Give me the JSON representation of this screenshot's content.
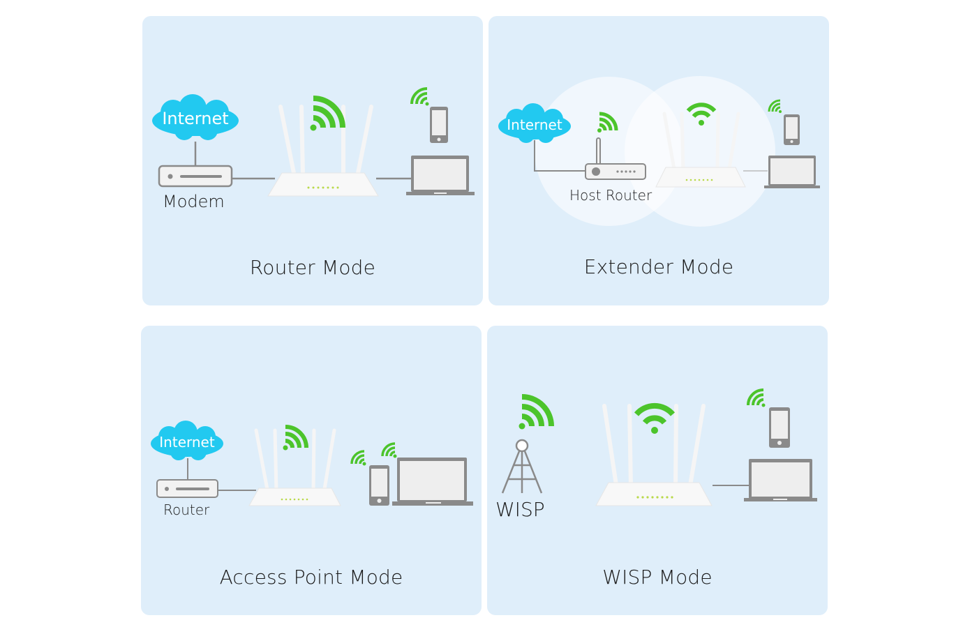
{
  "colors": {
    "panel_bg": "#dfeefa",
    "wifi_green": "#4cc42b",
    "cloud_cyan": "#22c9f0",
    "device_gray": "#8a8a8a",
    "screen_fill": "#eeeeee",
    "router_white": "#f7f7f7"
  },
  "panels": [
    {
      "title": "Router Mode",
      "cloud_label": "Internet",
      "device_label": "Modem",
      "icons": [
        "internet-cloud-icon",
        "modem-icon",
        "router-icon",
        "wifi-icon",
        "smartphone-icon",
        "laptop-icon"
      ]
    },
    {
      "title": "Extender Mode",
      "cloud_label": "Internet",
      "device_label": "Host Router",
      "icons": [
        "internet-cloud-icon",
        "host-router-icon",
        "router-icon",
        "wifi-icon",
        "smartphone-icon",
        "laptop-icon",
        "coverage-circle"
      ]
    },
    {
      "title": "Access Point Mode",
      "cloud_label": "Internet",
      "device_label": "Router",
      "icons": [
        "internet-cloud-icon",
        "upstream-router-icon",
        "router-icon",
        "wifi-icon",
        "smartphone-icon",
        "laptop-icon"
      ]
    },
    {
      "title": "WISP Mode",
      "device_label": "WISP",
      "icons": [
        "wisp-tower-icon",
        "wifi-icon",
        "router-icon",
        "smartphone-icon",
        "laptop-icon"
      ]
    }
  ]
}
